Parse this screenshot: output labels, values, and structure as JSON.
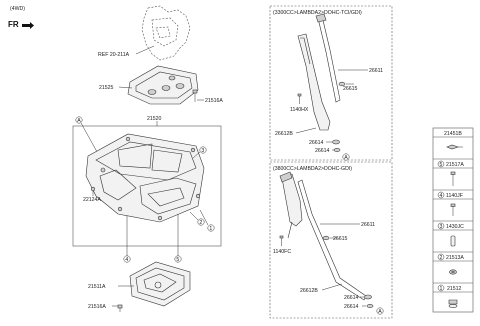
{
  "header": {
    "variant": "(4WD)",
    "direction": "FR"
  },
  "main": {
    "ref_label": "REF 20-211A",
    "oil_pan_upper": "21520",
    "baffle": "21525",
    "bolt_top": "21516A",
    "bolt_bottom": "21516A",
    "drain_plug_part": "22124A",
    "lower_pan": "21511A",
    "callouts": [
      "A",
      "2",
      "3",
      "1",
      "4",
      "5"
    ]
  },
  "dipstick_top": {
    "title": "(3300CC>LAMBDA2>DOHC-TCI/GDI)",
    "gauge": "26611",
    "oring": "26615",
    "bolt": "1140HX",
    "tube": "26612B",
    "seal_a": "26614",
    "seal_b": "26614",
    "callout": "A"
  },
  "dipstick_bottom": {
    "title": "(3800CC>LAMBDA2>DOHC-GDI)",
    "gauge": "26611",
    "oring": "26615",
    "bolt": "1140FC",
    "tube": "26612B",
    "seal_a": "26614",
    "seal_b": "26614",
    "callout": "A"
  },
  "legend": {
    "items": [
      {
        "num": "",
        "code": "21451B"
      },
      {
        "num": "5",
        "code": "21517A"
      },
      {
        "num": "4",
        "code": "1140JF"
      },
      {
        "num": "3",
        "code": "1430JC"
      },
      {
        "num": "2",
        "code": "21513A"
      },
      {
        "num": "1",
        "code": "21512"
      }
    ]
  }
}
